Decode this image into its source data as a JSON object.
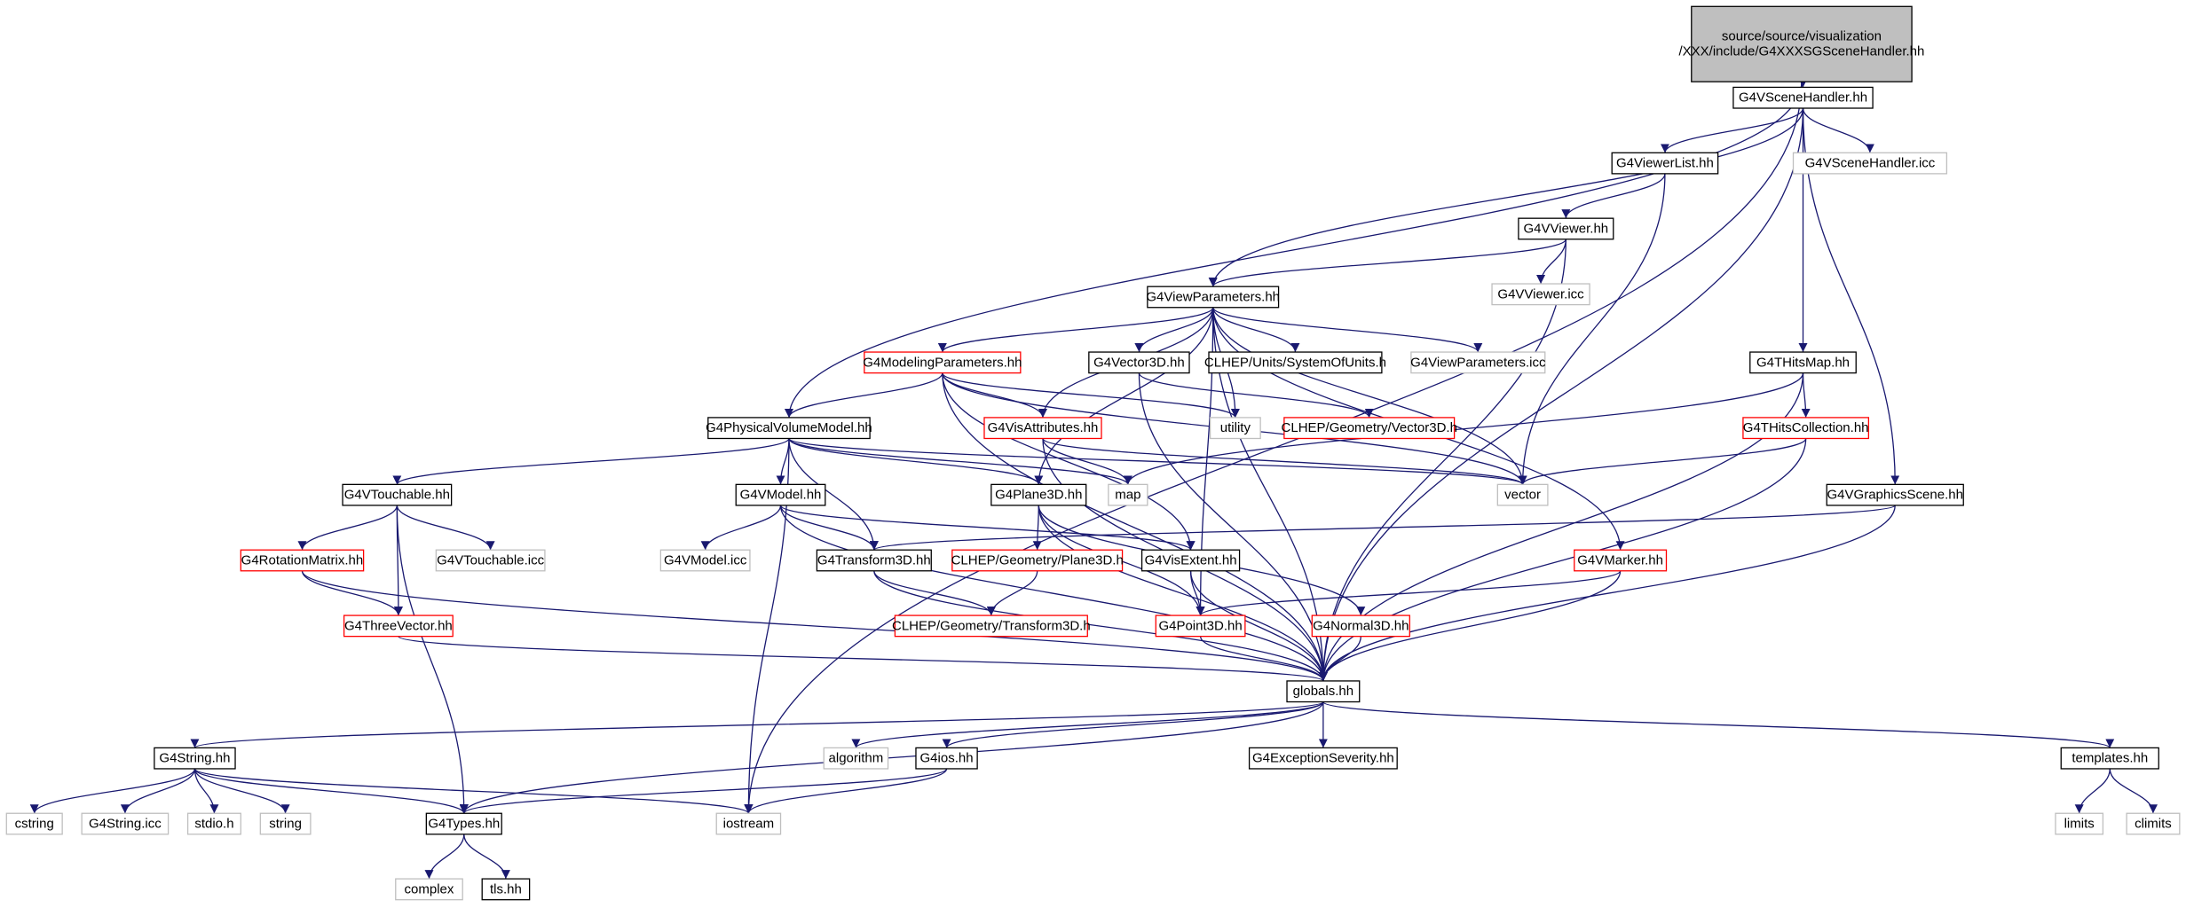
{
  "diagram": {
    "type": "include-dependency-graph",
    "colors": {
      "edge": "#191970",
      "border_normal": "#000000",
      "border_truncated": "#ff0000",
      "border_external": "#bfbfbf",
      "fill_root": "#bfbfbf",
      "fill_node": "#ffffff"
    },
    "nodes": [
      {
        "id": "root",
        "lines": [
          "source/source/visualization",
          "/XXX/include/G4XXXSGSceneHandler.hh"
        ],
        "style": "root"
      },
      {
        "id": "G4VSceneHandler_hh",
        "lines": [
          "G4VSceneHandler.hh"
        ],
        "style": "normal"
      },
      {
        "id": "G4ViewerList_hh",
        "lines": [
          "G4ViewerList.hh"
        ],
        "style": "normal"
      },
      {
        "id": "G4VSceneHandler_icc",
        "lines": [
          "G4VSceneHandler.icc"
        ],
        "style": "external"
      },
      {
        "id": "G4VViewer_hh",
        "lines": [
          "G4VViewer.hh"
        ],
        "style": "normal"
      },
      {
        "id": "G4VViewer_icc",
        "lines": [
          "G4VViewer.icc"
        ],
        "style": "external"
      },
      {
        "id": "G4ViewParameters_hh",
        "lines": [
          "G4ViewParameters.hh"
        ],
        "style": "normal"
      },
      {
        "id": "G4ModelingParameters_hh",
        "lines": [
          "G4ModelingParameters.hh"
        ],
        "style": "truncated"
      },
      {
        "id": "G4Vector3D_hh",
        "lines": [
          "G4Vector3D.hh"
        ],
        "style": "normal"
      },
      {
        "id": "CLHEP_SystemOfUnits_h",
        "lines": [
          "CLHEP/Units/SystemOfUnits.h"
        ],
        "style": "normal"
      },
      {
        "id": "G4ViewParameters_icc",
        "lines": [
          "G4ViewParameters.icc"
        ],
        "style": "external"
      },
      {
        "id": "G4THitsMap_hh",
        "lines": [
          "G4THitsMap.hh"
        ],
        "style": "normal"
      },
      {
        "id": "G4PhysicalVolumeModel_hh",
        "lines": [
          "G4PhysicalVolumeModel.hh"
        ],
        "style": "normal"
      },
      {
        "id": "G4VisAttributes_hh",
        "lines": [
          "G4VisAttributes.hh"
        ],
        "style": "truncated"
      },
      {
        "id": "utility",
        "lines": [
          "utility"
        ],
        "style": "external"
      },
      {
        "id": "CLHEP_Vector3D_h",
        "lines": [
          "CLHEP/Geometry/Vector3D.h"
        ],
        "style": "truncated"
      },
      {
        "id": "G4THitsCollection_hh",
        "lines": [
          "G4THitsCollection.hh"
        ],
        "style": "truncated"
      },
      {
        "id": "G4VTouchable_hh",
        "lines": [
          "G4VTouchable.hh"
        ],
        "style": "normal"
      },
      {
        "id": "G4VModel_hh",
        "lines": [
          "G4VModel.hh"
        ],
        "style": "normal"
      },
      {
        "id": "map",
        "lines": [
          "map"
        ],
        "style": "external"
      },
      {
        "id": "G4Plane3D_hh",
        "lines": [
          "G4Plane3D.hh"
        ],
        "style": "normal"
      },
      {
        "id": "vector",
        "lines": [
          "vector"
        ],
        "style": "external"
      },
      {
        "id": "G4VGraphicsScene_hh",
        "lines": [
          "G4VGraphicsScene.hh"
        ],
        "style": "normal"
      },
      {
        "id": "G4RotationMatrix_hh",
        "lines": [
          "G4RotationMatrix.hh"
        ],
        "style": "truncated"
      },
      {
        "id": "G4VTouchable_icc",
        "lines": [
          "G4VTouchable.icc"
        ],
        "style": "external"
      },
      {
        "id": "G4VModel_icc",
        "lines": [
          "G4VModel.icc"
        ],
        "style": "external"
      },
      {
        "id": "G4Transform3D_hh",
        "lines": [
          "G4Transform3D.hh"
        ],
        "style": "normal"
      },
      {
        "id": "CLHEP_Plane3D_h",
        "lines": [
          "CLHEP/Geometry/Plane3D.h"
        ],
        "style": "truncated"
      },
      {
        "id": "G4VisExtent_hh",
        "lines": [
          "G4VisExtent.hh"
        ],
        "style": "normal"
      },
      {
        "id": "G4VMarker_hh",
        "lines": [
          "G4VMarker.hh"
        ],
        "style": "truncated"
      },
      {
        "id": "G4ThreeVector_hh",
        "lines": [
          "G4ThreeVector.hh"
        ],
        "style": "truncated"
      },
      {
        "id": "CLHEP_Transform3D_h",
        "lines": [
          "CLHEP/Geometry/Transform3D.h"
        ],
        "style": "truncated"
      },
      {
        "id": "G4Point3D_hh",
        "lines": [
          "G4Point3D.hh"
        ],
        "style": "truncated"
      },
      {
        "id": "G4Normal3D_hh",
        "lines": [
          "G4Normal3D.hh"
        ],
        "style": "truncated"
      },
      {
        "id": "globals_hh",
        "lines": [
          "globals.hh"
        ],
        "style": "normal"
      },
      {
        "id": "G4String_hh",
        "lines": [
          "G4String.hh"
        ],
        "style": "normal"
      },
      {
        "id": "algorithm",
        "lines": [
          "algorithm"
        ],
        "style": "external"
      },
      {
        "id": "G4ios_hh",
        "lines": [
          "G4ios.hh"
        ],
        "style": "normal"
      },
      {
        "id": "G4ExceptionSeverity_hh",
        "lines": [
          "G4ExceptionSeverity.hh"
        ],
        "style": "normal"
      },
      {
        "id": "templates_hh",
        "lines": [
          "templates.hh"
        ],
        "style": "normal"
      },
      {
        "id": "cstring",
        "lines": [
          "cstring"
        ],
        "style": "external"
      },
      {
        "id": "G4String_icc",
        "lines": [
          "G4String.icc"
        ],
        "style": "external"
      },
      {
        "id": "stdio_h",
        "lines": [
          "stdio.h"
        ],
        "style": "external"
      },
      {
        "id": "string",
        "lines": [
          "string"
        ],
        "style": "external"
      },
      {
        "id": "G4Types_hh",
        "lines": [
          "G4Types.hh"
        ],
        "style": "normal"
      },
      {
        "id": "iostream",
        "lines": [
          "iostream"
        ],
        "style": "external"
      },
      {
        "id": "limits",
        "lines": [
          "limits"
        ],
        "style": "external"
      },
      {
        "id": "climits",
        "lines": [
          "climits"
        ],
        "style": "external"
      },
      {
        "id": "complex",
        "lines": [
          "complex"
        ],
        "style": "external"
      },
      {
        "id": "tls_hh",
        "lines": [
          "tls.hh"
        ],
        "style": "normal"
      }
    ],
    "edges": [
      [
        "root",
        "G4VSceneHandler_hh"
      ],
      [
        "root",
        "G4PhysicalVolumeModel_hh"
      ],
      [
        "root",
        "iostream"
      ],
      [
        "G4VSceneHandler_hh",
        "G4ViewerList_hh"
      ],
      [
        "G4VSceneHandler_hh",
        "G4VSceneHandler_icc"
      ],
      [
        "G4VSceneHandler_hh",
        "G4ViewParameters_hh"
      ],
      [
        "G4VSceneHandler_hh",
        "G4THitsMap_hh"
      ],
      [
        "G4VSceneHandler_hh",
        "G4VGraphicsScene_hh"
      ],
      [
        "G4VSceneHandler_hh",
        "globals_hh"
      ],
      [
        "G4ViewerList_hh",
        "G4VViewer_hh"
      ],
      [
        "G4ViewerList_hh",
        "vector"
      ],
      [
        "G4VViewer_hh",
        "G4VViewer_icc"
      ],
      [
        "G4VViewer_hh",
        "G4ViewParameters_hh"
      ],
      [
        "G4VViewer_hh",
        "globals_hh"
      ],
      [
        "G4ViewParameters_hh",
        "G4ModelingParameters_hh"
      ],
      [
        "G4ViewParameters_hh",
        "G4Vector3D_hh"
      ],
      [
        "G4ViewParameters_hh",
        "CLHEP_SystemOfUnits_h"
      ],
      [
        "G4ViewParameters_hh",
        "G4ViewParameters_icc"
      ],
      [
        "G4ViewParameters_hh",
        "G4VisAttributes_hh"
      ],
      [
        "G4ViewParameters_hh",
        "utility"
      ],
      [
        "G4ViewParameters_hh",
        "G4Plane3D_hh"
      ],
      [
        "G4ViewParameters_hh",
        "vector"
      ],
      [
        "G4ViewParameters_hh",
        "G4VMarker_hh"
      ],
      [
        "G4ViewParameters_hh",
        "G4Point3D_hh"
      ],
      [
        "G4ViewParameters_hh",
        "globals_hh"
      ],
      [
        "G4ModelingParameters_hh",
        "G4PhysicalVolumeModel_hh"
      ],
      [
        "G4ModelingParameters_hh",
        "G4VisAttributes_hh"
      ],
      [
        "G4ModelingParameters_hh",
        "utility"
      ],
      [
        "G4ModelingParameters_hh",
        "vector"
      ],
      [
        "G4ModelingParameters_hh",
        "G4VisExtent_hh"
      ],
      [
        "G4ModelingParameters_hh",
        "globals_hh"
      ],
      [
        "G4Vector3D_hh",
        "CLHEP_Vector3D_h"
      ],
      [
        "G4Vector3D_hh",
        "globals_hh"
      ],
      [
        "G4THitsMap_hh",
        "G4THitsCollection_hh"
      ],
      [
        "G4THitsMap_hh",
        "map"
      ],
      [
        "G4THitsMap_hh",
        "globals_hh"
      ],
      [
        "G4THitsCollection_hh",
        "vector"
      ],
      [
        "G4THitsCollection_hh",
        "globals_hh"
      ],
      [
        "G4PhysicalVolumeModel_hh",
        "G4VTouchable_hh"
      ],
      [
        "G4PhysicalVolumeModel_hh",
        "G4VModel_hh"
      ],
      [
        "G4PhysicalVolumeModel_hh",
        "map"
      ],
      [
        "G4PhysicalVolumeModel_hh",
        "G4Plane3D_hh"
      ],
      [
        "G4PhysicalVolumeModel_hh",
        "vector"
      ],
      [
        "G4PhysicalVolumeModel_hh",
        "G4Transform3D_hh"
      ],
      [
        "G4PhysicalVolumeModel_hh",
        "iostream"
      ],
      [
        "G4VisAttributes_hh",
        "map"
      ],
      [
        "G4VisAttributes_hh",
        "vector"
      ],
      [
        "G4VisAttributes_hh",
        "globals_hh"
      ],
      [
        "G4VTouchable_hh",
        "G4RotationMatrix_hh"
      ],
      [
        "G4VTouchable_hh",
        "G4VTouchable_icc"
      ],
      [
        "G4VTouchable_hh",
        "G4ThreeVector_hh"
      ],
      [
        "G4VTouchable_hh",
        "G4Types_hh"
      ],
      [
        "G4VModel_hh",
        "G4VModel_icc"
      ],
      [
        "G4VModel_hh",
        "G4Transform3D_hh"
      ],
      [
        "G4VModel_hh",
        "G4VisExtent_hh"
      ],
      [
        "G4VModel_hh",
        "globals_hh"
      ],
      [
        "G4Plane3D_hh",
        "CLHEP_Plane3D_h"
      ],
      [
        "G4Plane3D_hh",
        "G4Point3D_hh"
      ],
      [
        "G4Plane3D_hh",
        "G4Normal3D_hh"
      ],
      [
        "G4Plane3D_hh",
        "globals_hh"
      ],
      [
        "G4VGraphicsScene_hh",
        "G4Transform3D_hh"
      ],
      [
        "G4VGraphicsScene_hh",
        "globals_hh"
      ],
      [
        "G4RotationMatrix_hh",
        "G4ThreeVector_hh"
      ],
      [
        "G4RotationMatrix_hh",
        "globals_hh"
      ],
      [
        "G4Transform3D_hh",
        "CLHEP_Transform3D_h"
      ],
      [
        "G4Transform3D_hh",
        "globals_hh"
      ],
      [
        "CLHEP_Plane3D_h",
        "CLHEP_Transform3D_h"
      ],
      [
        "G4VisExtent_hh",
        "G4Point3D_hh"
      ],
      [
        "G4VisExtent_hh",
        "globals_hh"
      ],
      [
        "G4VMarker_hh",
        "G4Point3D_hh"
      ],
      [
        "G4VMarker_hh",
        "globals_hh"
      ],
      [
        "G4ThreeVector_hh",
        "globals_hh"
      ],
      [
        "G4Point3D_hh",
        "globals_hh"
      ],
      [
        "G4Normal3D_hh",
        "globals_hh"
      ],
      [
        "globals_hh",
        "G4String_hh"
      ],
      [
        "globals_hh",
        "algorithm"
      ],
      [
        "globals_hh",
        "G4ios_hh"
      ],
      [
        "globals_hh",
        "G4ExceptionSeverity_hh"
      ],
      [
        "globals_hh",
        "templates_hh"
      ],
      [
        "globals_hh",
        "G4Types_hh"
      ],
      [
        "G4String_hh",
        "cstring"
      ],
      [
        "G4String_hh",
        "G4String_icc"
      ],
      [
        "G4String_hh",
        "stdio_h"
      ],
      [
        "G4String_hh",
        "string"
      ],
      [
        "G4String_hh",
        "G4Types_hh"
      ],
      [
        "G4String_hh",
        "iostream"
      ],
      [
        "G4ios_hh",
        "G4Types_hh"
      ],
      [
        "G4ios_hh",
        "iostream"
      ],
      [
        "templates_hh",
        "limits"
      ],
      [
        "templates_hh",
        "climits"
      ],
      [
        "G4Types_hh",
        "complex"
      ],
      [
        "G4Types_hh",
        "tls_hh"
      ]
    ]
  }
}
